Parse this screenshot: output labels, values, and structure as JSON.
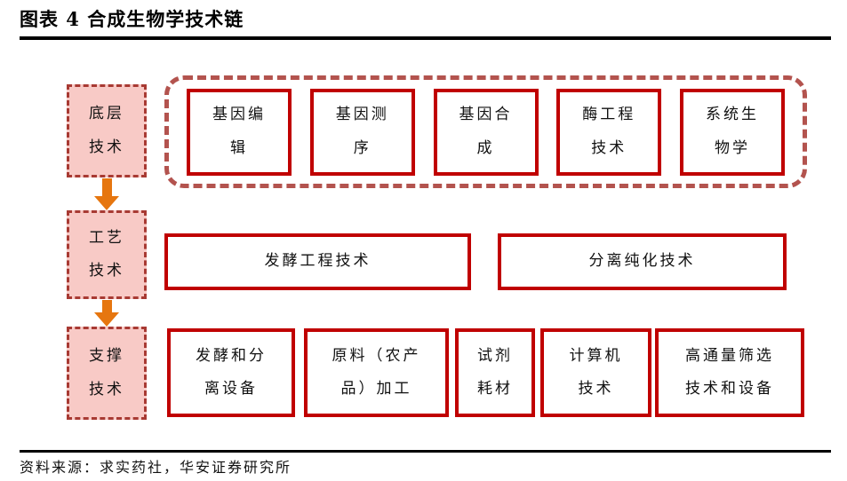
{
  "title": "图表 4 合成生物学技术链",
  "source": "资料来源：求实药社，华安证券研究所",
  "colors": {
    "tech_box_border": "#c00000",
    "stage_fill": "#f8cac6",
    "stage_border": "#a83a33",
    "group_border": "#b3534e",
    "arrow": "#e6760f",
    "rule": "#000000"
  },
  "stages": [
    {
      "label": "底层\n技术"
    },
    {
      "label": "工艺\n技术"
    },
    {
      "label": "支撑\n技术"
    }
  ],
  "base_layer": {
    "boxes": [
      {
        "label": "基因编\n辑"
      },
      {
        "label": "基因测\n序"
      },
      {
        "label": "基因合\n成"
      },
      {
        "label": "酶工程\n技术"
      },
      {
        "label": "系统生\n物学"
      }
    ]
  },
  "process_layer": {
    "boxes": [
      {
        "label": "发酵工程技术"
      },
      {
        "label": "分离纯化技术"
      }
    ]
  },
  "support_layer": {
    "boxes": [
      {
        "label": "发酵和分\n离设备"
      },
      {
        "label": "原料（农产\n品）加工"
      },
      {
        "label": "试剂\n耗材"
      },
      {
        "label": "计算机\n技术"
      },
      {
        "label": "高通量筛选\n技术和设备"
      }
    ]
  }
}
